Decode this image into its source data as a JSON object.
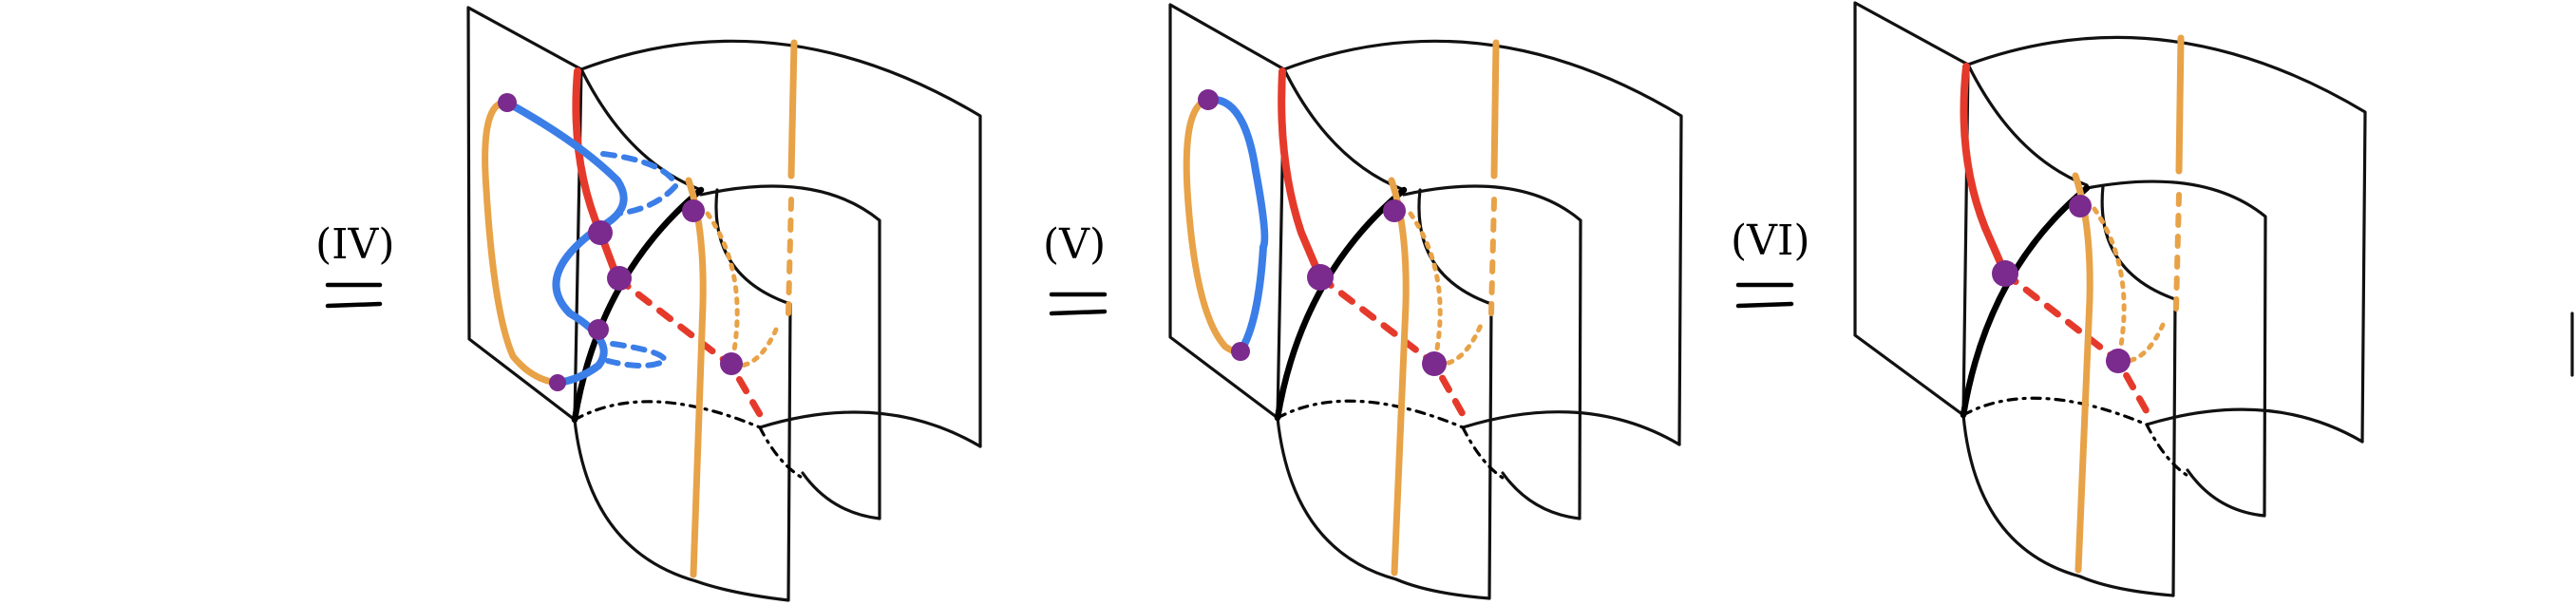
{
  "panels": [
    {
      "id": "IV",
      "label": "(IV)"
    },
    {
      "id": "V",
      "label": "(V)"
    },
    {
      "id": "VI",
      "label": "(VI)"
    }
  ],
  "colors": {
    "red": "#e53a2b",
    "orange": "#e8a247",
    "blue": "#3b7ee8",
    "vertex": "#7b2a8e",
    "outline": "#111111"
  }
}
